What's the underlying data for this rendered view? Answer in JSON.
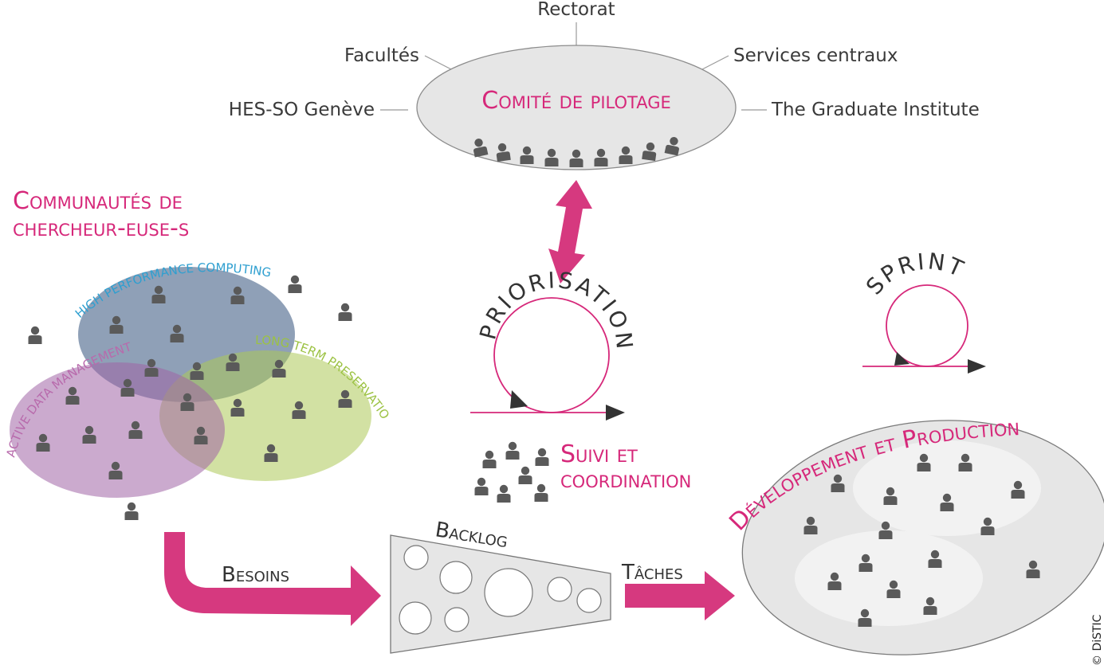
{
  "stakeholders": {
    "rectorat": "Rectorat",
    "facultes": "Facultés",
    "services": "Services centraux",
    "hesso": "HES-SO Genève",
    "graduate": "The Graduate Institute"
  },
  "steering": {
    "title": "Comité de pilotage"
  },
  "communities": {
    "title_line1": "Communautés de",
    "title_line2": "chercheur-euse-s",
    "hpc": "HIGH PERFORMANCE COMPUTING",
    "ltp": "LONG TERM PRESERVATION",
    "adm": "ACTIVE DATA MANAGEMENT"
  },
  "cycles": {
    "priorisation": "PRIORISATION",
    "sprint": "SPRINT"
  },
  "coordination": {
    "line1": "Suivi et",
    "line2": "coordination"
  },
  "flow": {
    "besoins": "Besoins",
    "backlog": "Backlog",
    "taches": "Tâches"
  },
  "production": {
    "title": "Développement et Production"
  },
  "credit": "© DiSTIC",
  "colors": {
    "accent_pink": "#d6287a",
    "hpc_blue": "#2e9fd0",
    "ltp_green": "#9cc243",
    "adm_purple": "#b86aac"
  }
}
